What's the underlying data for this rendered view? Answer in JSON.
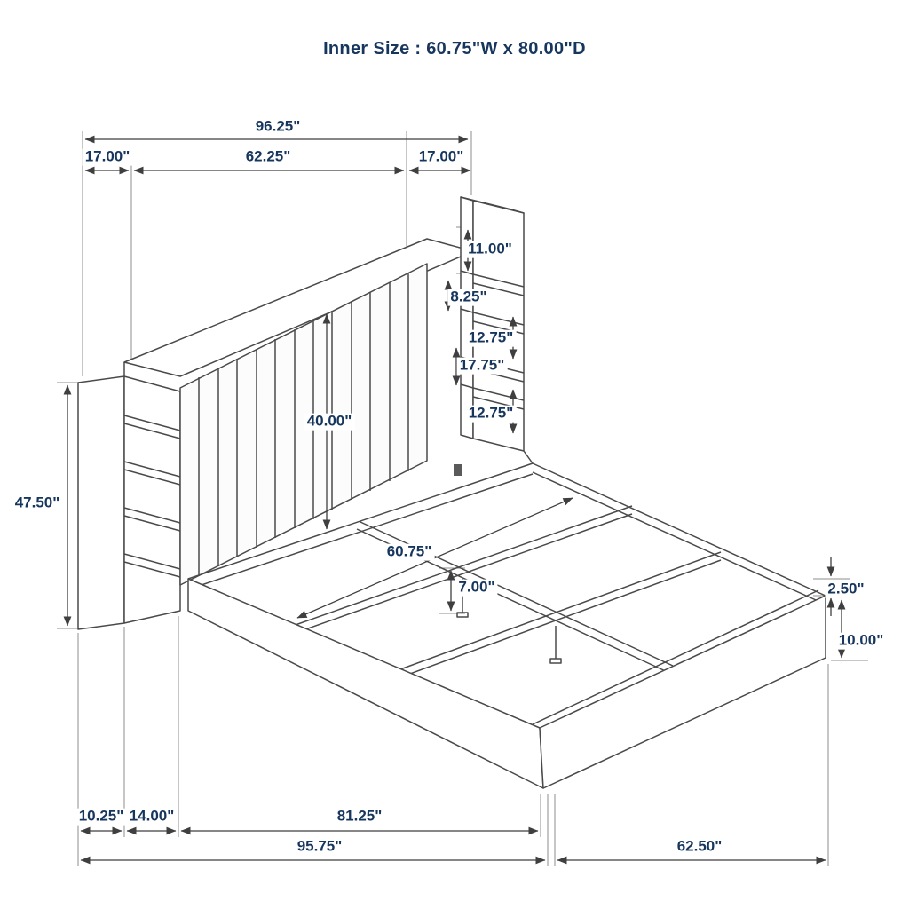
{
  "title": "Inner Size : 60.75\"W x 80.00\"D",
  "colors": {
    "accent_text": "#17365d",
    "drawing_line": "#4a4a4a",
    "background": "#ffffff"
  },
  "dims": {
    "overall_width": "96.25\"",
    "left_pier_width": "17.00\"",
    "headboard_width": "62.25\"",
    "right_pier_width": "17.00\"",
    "shelf_opening_top": "11.00\"",
    "shelf_depth": "8.25\"",
    "shelf_opening_upper": "12.75\"",
    "shelf_opening_middle": "17.75\"",
    "shelf_opening_lower": "12.75\"",
    "headboard_height": "40.00\"",
    "pier_height": "47.50\"",
    "inner_width": "60.75\"",
    "rail_ground_clearance": "7.00\"",
    "rail_lip": "2.50\"",
    "side_rail_height": "10.00\"",
    "pier_depth": "10.25\"",
    "pier_shelf_depth": "14.00\"",
    "frame_length": "81.25\"",
    "overall_length": "95.75\"",
    "footboard_width": "62.50\""
  }
}
